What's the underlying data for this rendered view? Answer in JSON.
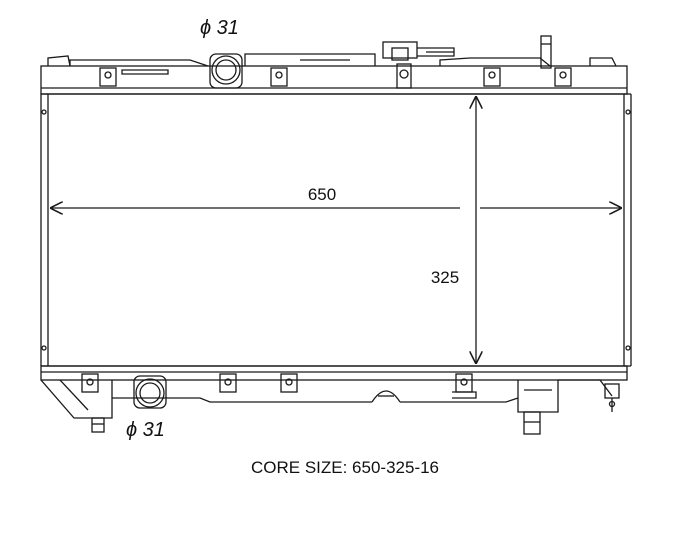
{
  "dimensions": {
    "width_label": "650",
    "height_label": "325"
  },
  "inlet": {
    "label": "ϕ 31"
  },
  "outlet": {
    "label": "ϕ 31"
  },
  "caption": "CORE SIZE: 650-325-16",
  "colors": {
    "line": "#1a1a1a",
    "background": "#ffffff"
  }
}
